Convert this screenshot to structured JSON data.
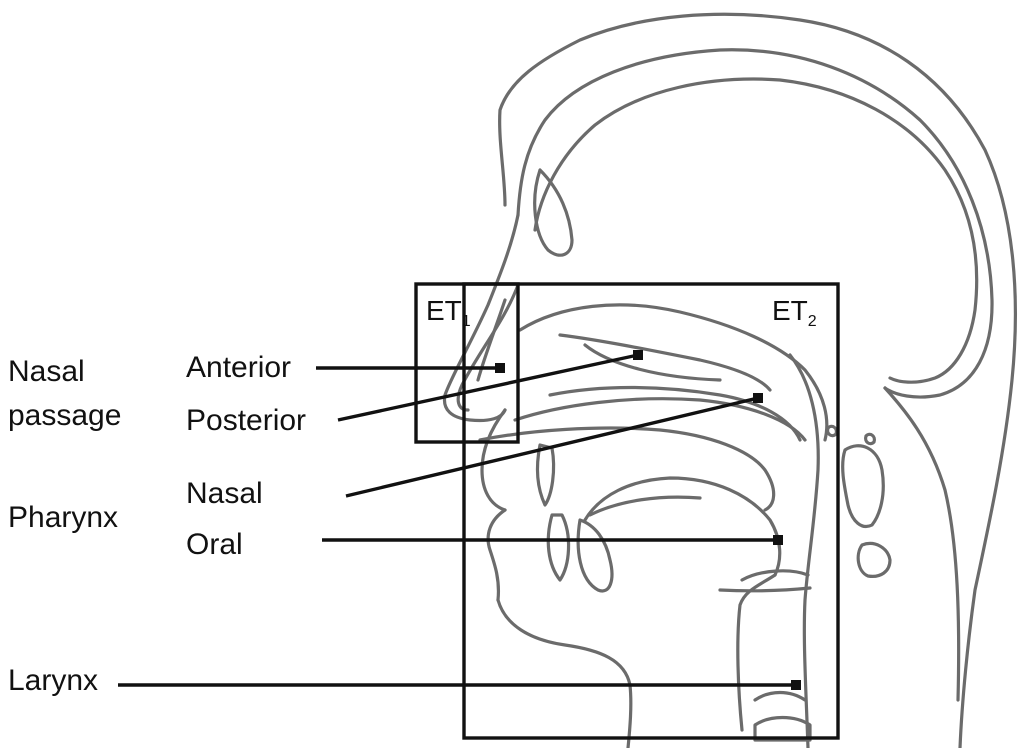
{
  "labels": {
    "nasal_passage": "Nasal\npassage",
    "anterior": "Anterior",
    "posterior": "Posterior",
    "pharynx": "Pharynx",
    "nasal": "Nasal",
    "oral": "Oral",
    "larynx": "Larynx"
  },
  "regions": {
    "et1": {
      "base": "ET",
      "sub": "1"
    },
    "et2": {
      "base": "ET",
      "sub": "2"
    }
  },
  "colors": {
    "outline": "#6b6b6b",
    "lines": "#111111",
    "background": "#ffffff"
  }
}
